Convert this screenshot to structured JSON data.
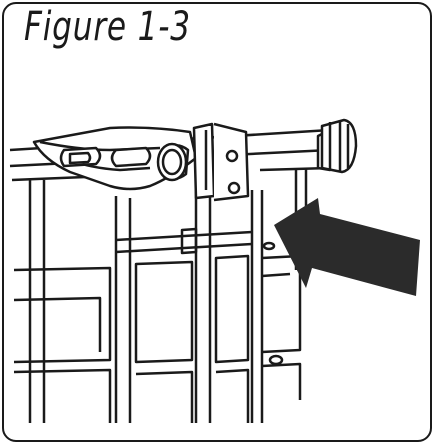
{
  "figure": {
    "title": "Figure 1-3"
  },
  "colors": {
    "line": "#1a1a1a",
    "arrow": "#2b2b2b",
    "background": "#ffffff"
  },
  "parts": [
    "gate-frame",
    "latch-lever",
    "hinge-bracket",
    "pressure-knob",
    "horizontal-strap",
    "direction-arrow"
  ]
}
